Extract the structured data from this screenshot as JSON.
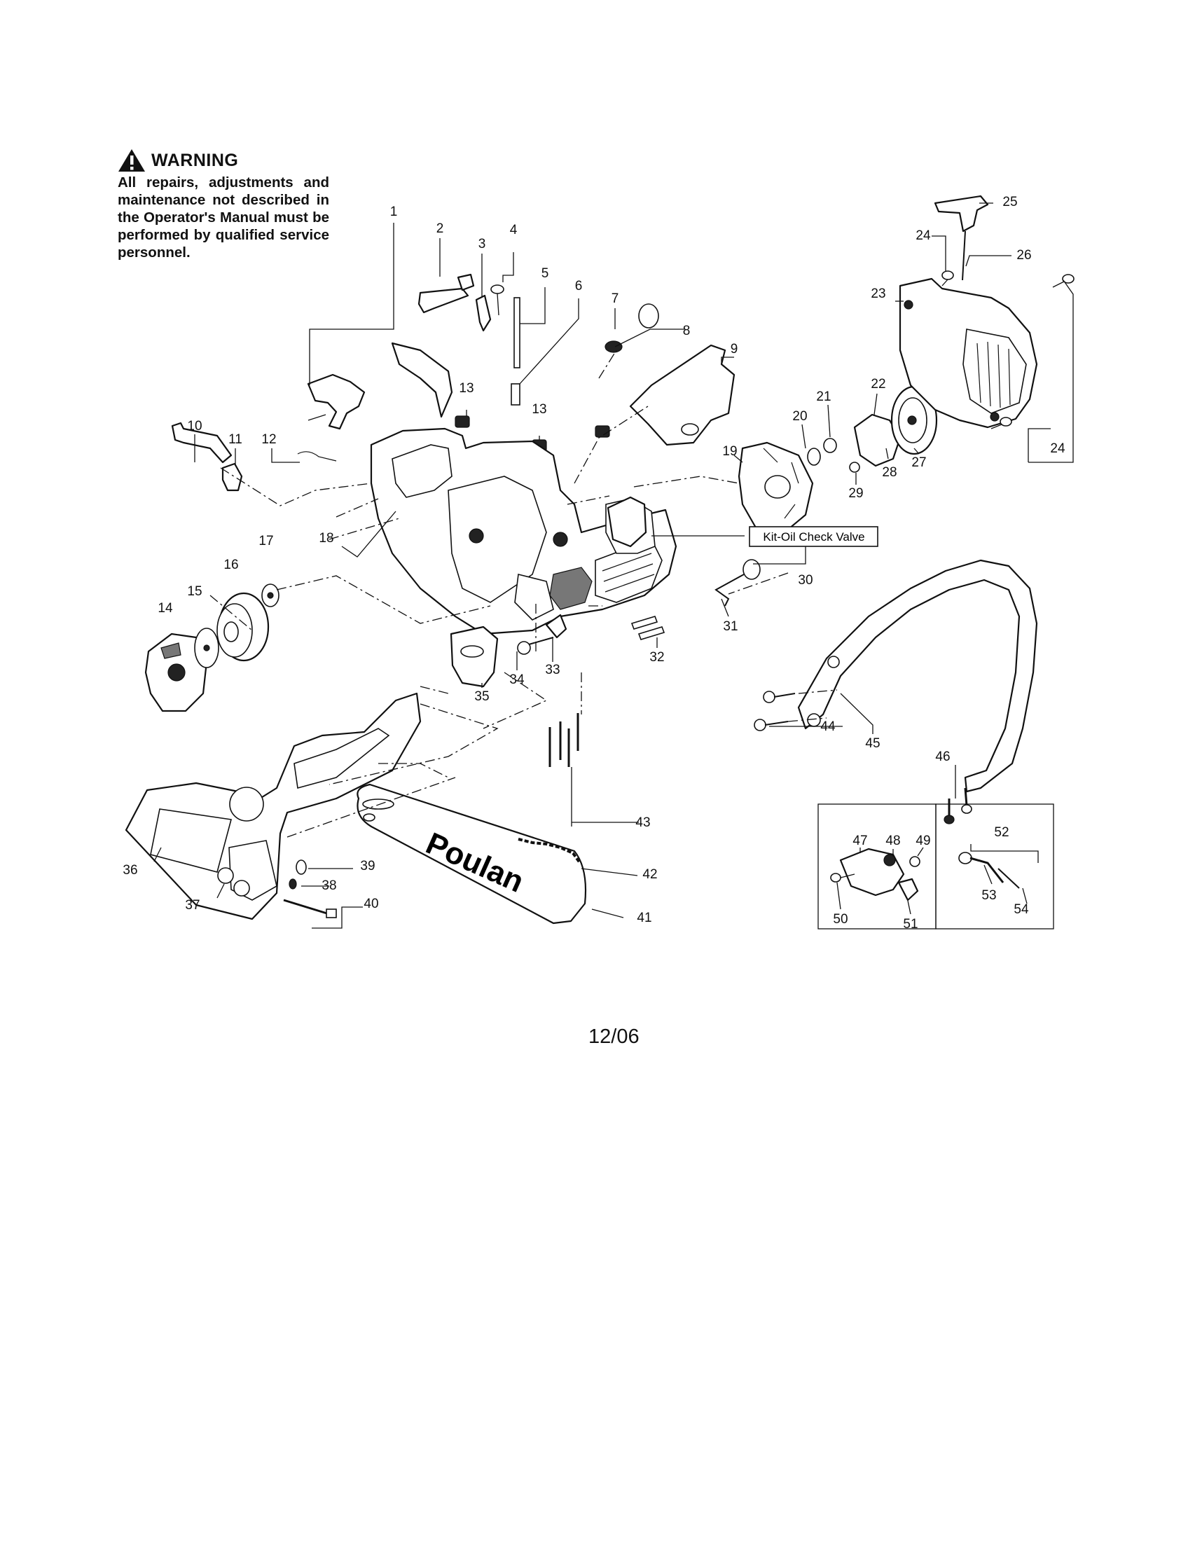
{
  "warning": {
    "title": "WARNING",
    "body": "All repairs, adjustments and maintenance not described in the Operator's Manual must be performed by qualified service personnel."
  },
  "callout_box": {
    "text": "Kit-Oil Check Valve"
  },
  "bar_brand": "Poulan",
  "date": "12/06",
  "part_labels": [
    "1",
    "2",
    "3",
    "4",
    "5",
    "6",
    "7",
    "8",
    "9",
    "10",
    "11",
    "12",
    "13",
    "13",
    "14",
    "15",
    "16",
    "17",
    "18",
    "19",
    "20",
    "21",
    "22",
    "23",
    "24",
    "24",
    "25",
    "26",
    "27",
    "28",
    "29",
    "30",
    "31",
    "32",
    "33",
    "34",
    "35",
    "36",
    "37",
    "38",
    "39",
    "40",
    "41",
    "42",
    "43",
    "44",
    "45",
    "46",
    "47",
    "48",
    "49",
    "50",
    "51",
    "52",
    "53",
    "54"
  ],
  "icons": [
    "warning-triangle-icon"
  ]
}
